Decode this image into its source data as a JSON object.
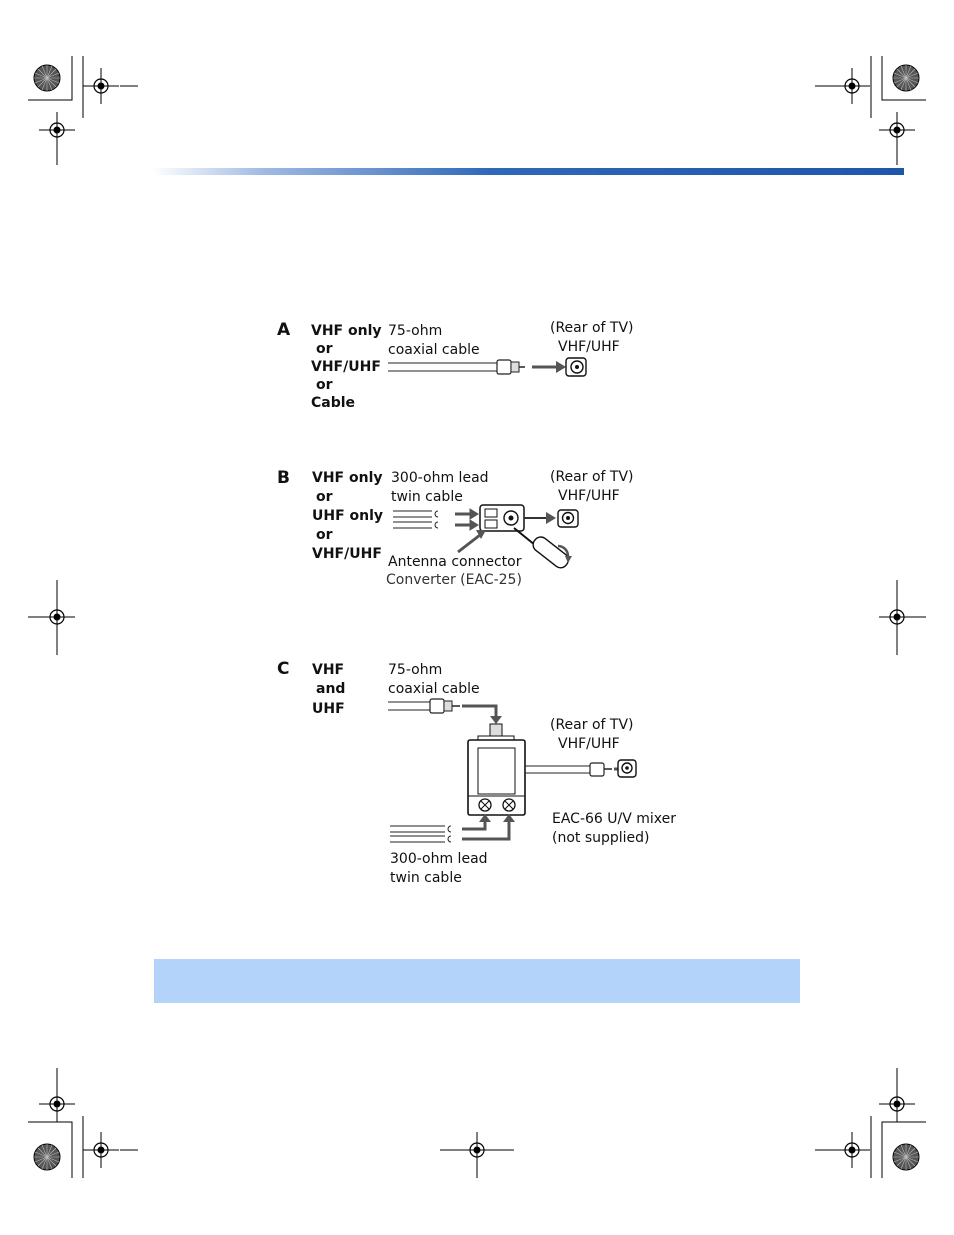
{
  "colors": {
    "header_bar": "#1d56ab",
    "note_box": "#b3d3fb"
  },
  "icons": [
    "registration-mark-icon",
    "starburst-mark-icon",
    "crop-mark-icon"
  ],
  "section_a": {
    "letter": "A",
    "signals": [
      "VHF only",
      "or",
      "VHF/UHF",
      "or",
      "Cable"
    ],
    "cable_label": [
      "75-ohm",
      "coaxial  cable"
    ],
    "tv_label": [
      "(Rear of TV)",
      "VHF/UHF"
    ]
  },
  "section_b": {
    "letter": "B",
    "signals": [
      "VHF only",
      "or",
      "UHF only",
      "or",
      "VHF/UHF"
    ],
    "cable_label": [
      "300-ohm lead",
      "twin cable"
    ],
    "tv_label": [
      "(Rear of TV)",
      "VHF/UHF"
    ],
    "connector_label": "Antenna connector",
    "converter_label": "Converter (EAC-25)"
  },
  "section_c": {
    "letter": "C",
    "signals": [
      "VHF",
      "and",
      "UHF"
    ],
    "cable_label": [
      "75-ohm",
      "coaxial  cable"
    ],
    "tv_label": [
      "(Rear of TV)",
      "VHF/UHF"
    ],
    "mixer_label": [
      "EAC-66 U/V mixer",
      "(not supplied)"
    ],
    "twin_label": [
      "300-ohm  lead",
      "twin cable"
    ]
  }
}
